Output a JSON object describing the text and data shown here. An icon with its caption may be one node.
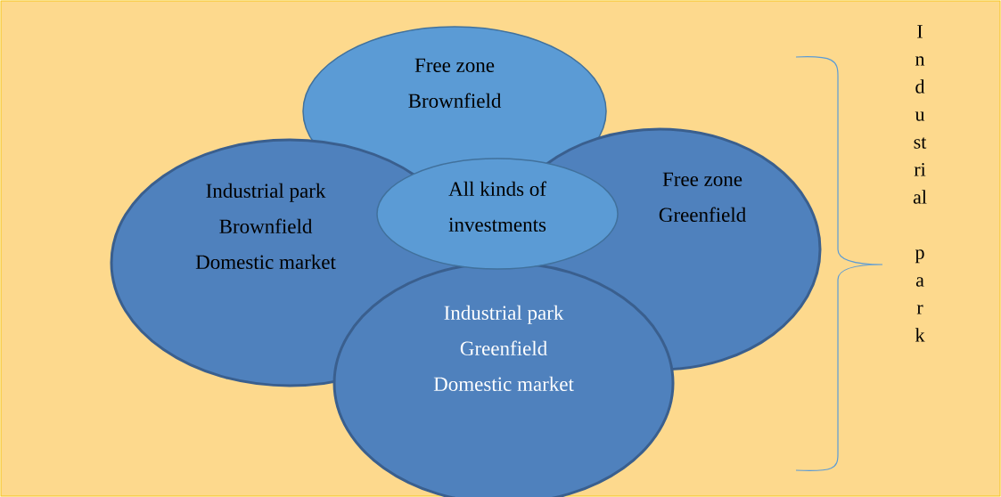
{
  "diagram": {
    "nodes": [
      {
        "text": [
          "Free zone",
          "Brownfield"
        ]
      },
      {
        "text": [
          "Free zone",
          "Greenfield"
        ]
      },
      {
        "text": [
          "Industrial park",
          "Brownfield",
          "Domestic market"
        ]
      },
      {
        "text": [
          "Industrial park",
          "Greenfield",
          "Domestic market"
        ]
      },
      {
        "text": [
          "All kinds of",
          "investments"
        ]
      }
    ],
    "edges": [],
    "labels": [
      "Industrial park"
    ]
  }
}
